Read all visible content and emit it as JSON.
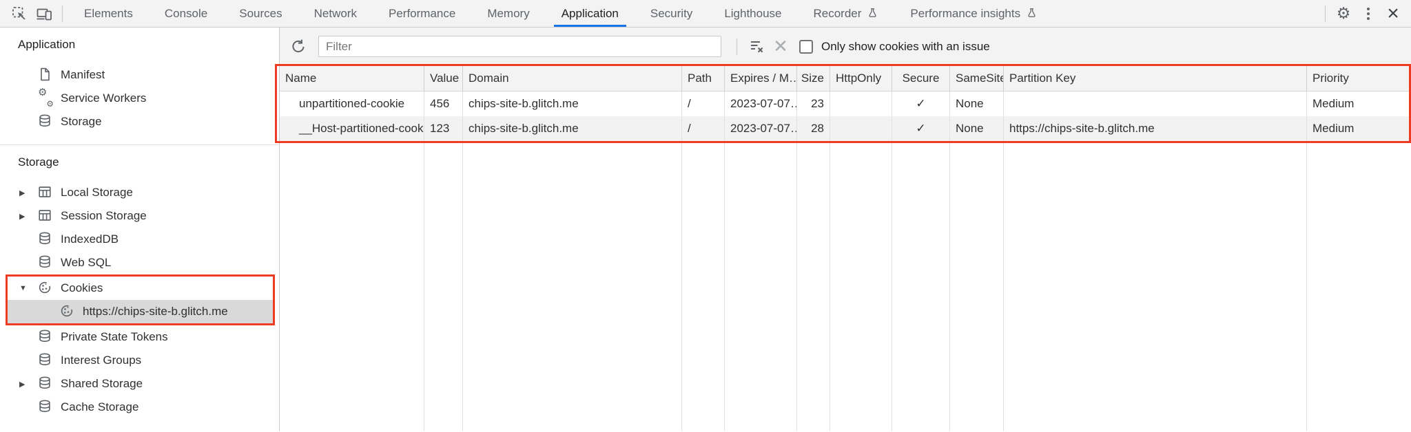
{
  "app": {
    "tabbar": {
      "tabs": [
        {
          "label": "Elements"
        },
        {
          "label": "Console"
        },
        {
          "label": "Sources"
        },
        {
          "label": "Network"
        },
        {
          "label": "Performance"
        },
        {
          "label": "Memory"
        },
        {
          "label": "Application",
          "selected": true
        },
        {
          "label": "Security"
        },
        {
          "label": "Lighthouse"
        },
        {
          "label": "Recorder",
          "flask": true
        },
        {
          "label": "Performance insights",
          "flask": true
        }
      ]
    },
    "sidebar": {
      "sections": [
        {
          "title": "Application",
          "items": [
            {
              "label": "Manifest",
              "icon": "manifest-icon"
            },
            {
              "label": "Service Workers",
              "icon": "service-workers-icon"
            },
            {
              "label": "Storage",
              "icon": "database-icon"
            }
          ]
        },
        {
          "title": "Storage",
          "items": [
            {
              "label": "Local Storage",
              "icon": "table-icon",
              "arrow": "collapsed"
            },
            {
              "label": "Session Storage",
              "icon": "table-icon",
              "arrow": "collapsed"
            },
            {
              "label": "IndexedDB",
              "icon": "database-icon"
            },
            {
              "label": "Web SQL",
              "icon": "database-icon"
            },
            {
              "label": "Cookies",
              "icon": "cookie-icon",
              "arrow": "expanded",
              "highlighted": true
            },
            {
              "label": "https://chips-site-b.glitch.me",
              "icon": "cookie-icon",
              "child": true,
              "selected": true,
              "highlighted": true
            },
            {
              "label": "Private State Tokens",
              "icon": "database-icon"
            },
            {
              "label": "Interest Groups",
              "icon": "database-icon"
            },
            {
              "label": "Shared Storage",
              "icon": "database-icon",
              "arrow": "collapsed"
            },
            {
              "label": "Cache Storage",
              "icon": "database-icon"
            }
          ]
        }
      ]
    },
    "toolbar": {
      "filter_placeholder": "Filter",
      "only_issue_label": "Only show cookies with an issue",
      "checkbox_checked": false
    },
    "cookie_table": {
      "columns": [
        {
          "key": "name",
          "label": "Name"
        },
        {
          "key": "value",
          "label": "Value"
        },
        {
          "key": "domain",
          "label": "Domain"
        },
        {
          "key": "path",
          "label": "Path"
        },
        {
          "key": "expires",
          "label": "Expires / M…"
        },
        {
          "key": "size",
          "label": "Size"
        },
        {
          "key": "http_only",
          "label": "HttpOnly"
        },
        {
          "key": "secure",
          "label": "Secure"
        },
        {
          "key": "same_site",
          "label": "SameSite"
        },
        {
          "key": "partition_key",
          "label": "Partition Key"
        },
        {
          "key": "priority",
          "label": "Priority"
        }
      ],
      "rows": [
        {
          "name": "unpartitioned-cookie",
          "value": "456",
          "domain": "chips-site-b.glitch.me",
          "path": "/",
          "expires": "2023-07-07…",
          "size": "23",
          "http_only": "",
          "secure": "✓",
          "same_site": "None",
          "partition_key": "",
          "priority": "Medium"
        },
        {
          "name": "__Host-partitioned-cookie",
          "value": "123",
          "domain": "chips-site-b.glitch.me",
          "path": "/",
          "expires": "2023-07-07…",
          "size": "28",
          "http_only": "",
          "secure": "✓",
          "same_site": "None",
          "partition_key": "https://chips-site-b.glitch.me",
          "priority": "Medium"
        }
      ]
    },
    "colors": {
      "accent_blue": "#1a73e8",
      "annotation_red": "#ee3b24",
      "selected_gray": "#d9d9d9"
    }
  }
}
